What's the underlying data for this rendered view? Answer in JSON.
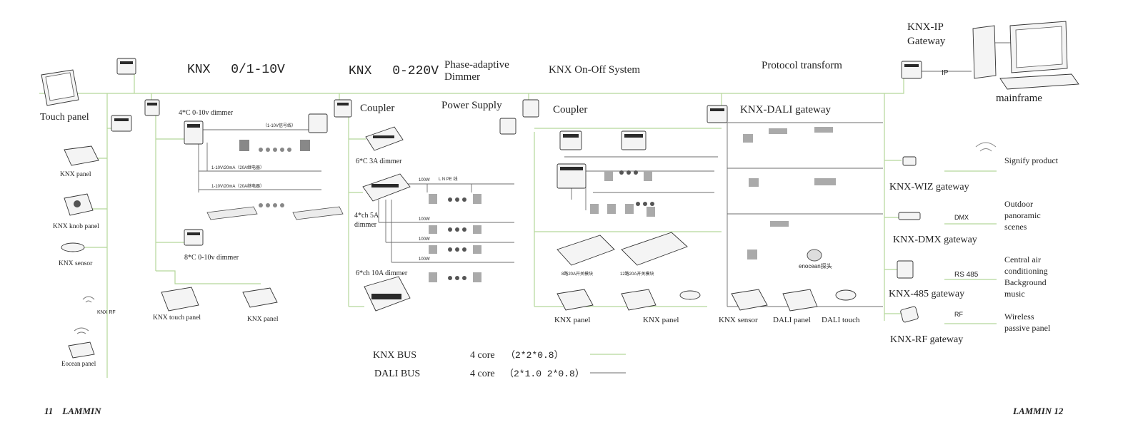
{
  "colors": {
    "knx_bus": "#b5d79a",
    "dali_bus": "#6d6d6d",
    "footer": "#7fb24a"
  },
  "headings": {
    "knx_0_10v": "KNX　 0/1-10V",
    "knx_0_220v": "KNX　 0-220V",
    "phase_adaptive": [
      "Phase-adaptive",
      "Dimmer"
    ],
    "on_off": "KNX On-Off System",
    "protocol": "Protocol transform",
    "knx_ip_gateway": [
      "KNX-IP",
      "Gateway"
    ]
  },
  "labels": {
    "touch_panel": "Touch panel",
    "dimmer_4c": "4*C 0-10v dimmer",
    "dimmer_8c": "8*C 0-10v dimmer",
    "knx_panel_left": "KNX panel",
    "knx_knob_panel": "KNX knob panel",
    "knx_sensor_left": "KNX sensor",
    "knx_rf": "KNX RF",
    "eocean_panel": "Eocean panel",
    "knx_touch_panel": "KNX touch panel",
    "knx_panel_mid": "KNX panel",
    "coupler_1": "Coupler",
    "power_supply": "Power Supply",
    "dimmer_6c_3a": "6*C 3A dimmer",
    "dimmer_4ch_5a": [
      "4*ch 5A",
      "dimmer"
    ],
    "dimmer_6ch_10a": "6*ch 10A dimmer",
    "coupler_2": "Coupler",
    "knx_panel_r1": "KNX panel",
    "knx_panel_r2": "KNX panel",
    "knx_dali_gateway": "KNX-DALI gateway",
    "knx_sensor_right": "KNX sensor",
    "dali_panel": "DALI panel",
    "dali_touch": "DALI touch",
    "ip": "IP",
    "mainframe": "mainframe",
    "signify_product": "Signify product",
    "knx_wiz_gateway": "KNX-WIZ gateway",
    "dmx": "DMX",
    "outdoor": [
      "Outdoor",
      "panoramic",
      "scenes"
    ],
    "knx_dmx_gateway": "KNX-DMX gateway",
    "rs485": "RS 485",
    "central_air": [
      "Central air",
      "conditioning",
      "Background",
      "music"
    ],
    "knx_485_gateway": "KNX-485 gateway",
    "rf": "RF",
    "wireless": [
      "Wireless",
      "passive panel"
    ],
    "knx_rf_gateway": "KNX-RF gateway",
    "enocean": "enocean探头"
  },
  "legend": {
    "knx_bus_name": "KNX BUS",
    "knx_bus_core": "4 core",
    "knx_bus_spec": "（2*2*0.8）",
    "dali_bus_name": "DALI BUS",
    "dali_bus_core": "4 core",
    "dali_bus_spec": "（2*1.0 2*0.8）"
  },
  "small_text": {
    "signal_wire": "（1-10V信号线）",
    "wire_20a": "1-10V/20mA（20A继电器）",
    "wire_20a_b": "1-10V/20mA（20A继电器）",
    "lnpe": "L  N  PE  线",
    "p100w_1": "100W",
    "p100w_2": "100W",
    "p100w_3": "100W",
    "p100w_4": "100W",
    "relay_8": "8路20A开关模块",
    "relay_12": "12路20A开关模块"
  },
  "footer": {
    "left": "11    LAMMIN",
    "right": "LAMMIN 12"
  }
}
